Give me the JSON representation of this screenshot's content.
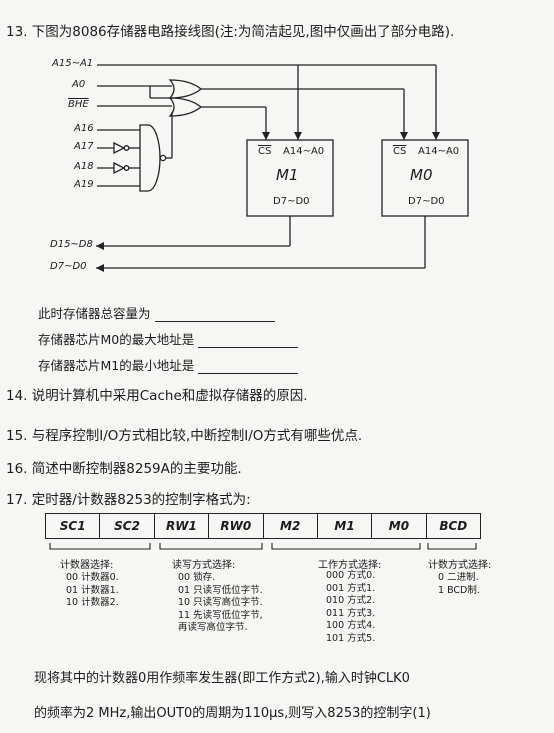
{
  "q13": {
    "title": "13. 下图为8086存储器电路接线图(注:为简洁起见,图中仅画出了部分电路).",
    "signals": {
      "a15_a1": "A15~A1",
      "a0": "A0",
      "bhe": "BHE",
      "a16": "A16",
      "a17": "A17",
      "a18": "A18",
      "a19": "A19",
      "d15_d8": "D15~D8",
      "d7_d0": "D7~D0"
    },
    "chip_m1": {
      "cs": "CS",
      "addr": "A14~A0",
      "name": "M1",
      "data": "D7~D0"
    },
    "chip_m0": {
      "cs": "CS",
      "addr": "A14~A0",
      "name": "M0",
      "data": "D7~D0"
    },
    "fills": [
      "此时存储器总容量为",
      "存储器芯片M0的最大地址是",
      "存储器芯片M1的最小地址是"
    ]
  },
  "q14": "14. 说明计算机中采用Cache和虚拟存储器的原因.",
  "q15": "15. 与程序控制I/O方式相比较,中断控制I/O方式有哪些优点.",
  "q16": "16. 简述中断控制器8259A的主要功能.",
  "q17": {
    "title": "17. 定时器/计数器8253的控制字格式为:",
    "fields": [
      "SC1",
      "SC2",
      "RW1",
      "RW0",
      "M2",
      "M1",
      "M0",
      "BCD"
    ],
    "counter_select": {
      "heading": "计数器选择:",
      "rows": [
        "00  计数器0.",
        "01  计数器1.",
        "10  计数器2."
      ]
    },
    "rw_mode": {
      "heading": "读写方式选择:",
      "rows": [
        "00   锁存.",
        "01   只读写低位字节.",
        "10   只读写高位字节.",
        "11   先读写低位字节,",
        "      再读写高位字节."
      ]
    },
    "work_mode": {
      "heading": "工作方式选择:",
      "rows": [
        "000  方式0.",
        "001  方式1.",
        "010  方式2.",
        "011  方式3.",
        "100  方式4.",
        "101  方式5."
      ]
    },
    "count_mode": {
      "heading": "计数方式选择:",
      "rows": [
        "0  二进制.",
        "1  BCD制."
      ]
    },
    "para1": "现将其中的计数器0用作频率发生器(即工作方式2),输入时钟CLK0",
    "para2": "的频率为2 MHz,输出OUT0的周期为110μs,则写入8253的控制字(1)"
  }
}
